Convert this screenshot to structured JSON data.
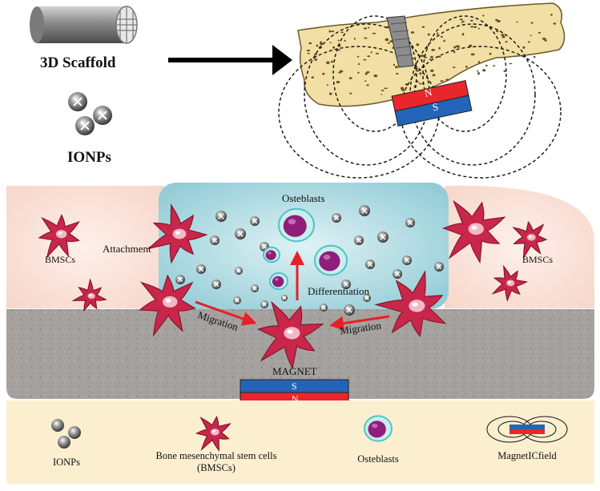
{
  "top": {
    "scaffold_label": "3D Scaffold",
    "ionps_label": "IONPs",
    "top_magnet": {
      "north": "N",
      "south": "S"
    }
  },
  "panel": {
    "osteoblasts_label": "Osteblasts",
    "bmsc_left_label": "BMSCs",
    "bmsc_right_label": "BMSCs",
    "attachment_label": "Attachment",
    "differentiation_label": "Differentiation",
    "migration_left_label": "Migration",
    "migration_right_label": "Migration",
    "magnet_label": "MAGNET",
    "bottom_magnet": {
      "south": "S",
      "north": "N"
    }
  },
  "legend": {
    "ionps": "IONPs",
    "bmsc": "Bone mesenchymal stem cells (BMSCs)",
    "osteoblasts": "Osteblasts",
    "magnetic_field": "MagnetICfield"
  },
  "colors": {
    "scaffold_grey": "#8e8e8e",
    "bone_tan": "#f1dfa5",
    "gel_blue": "#9fd3dc",
    "tissue_pink": "#f7d9cd",
    "substrate_grey": "#a39f9c",
    "legend_bg": "#fbefd0",
    "cell_red": "#c8264a",
    "arrow_red": "#e6202a",
    "magnet_red": "#e8262b",
    "magnet_blue": "#2464b8",
    "osteoblast_purple": "#8e1e7a",
    "osteoblast_rim": "#4fc3c4"
  }
}
